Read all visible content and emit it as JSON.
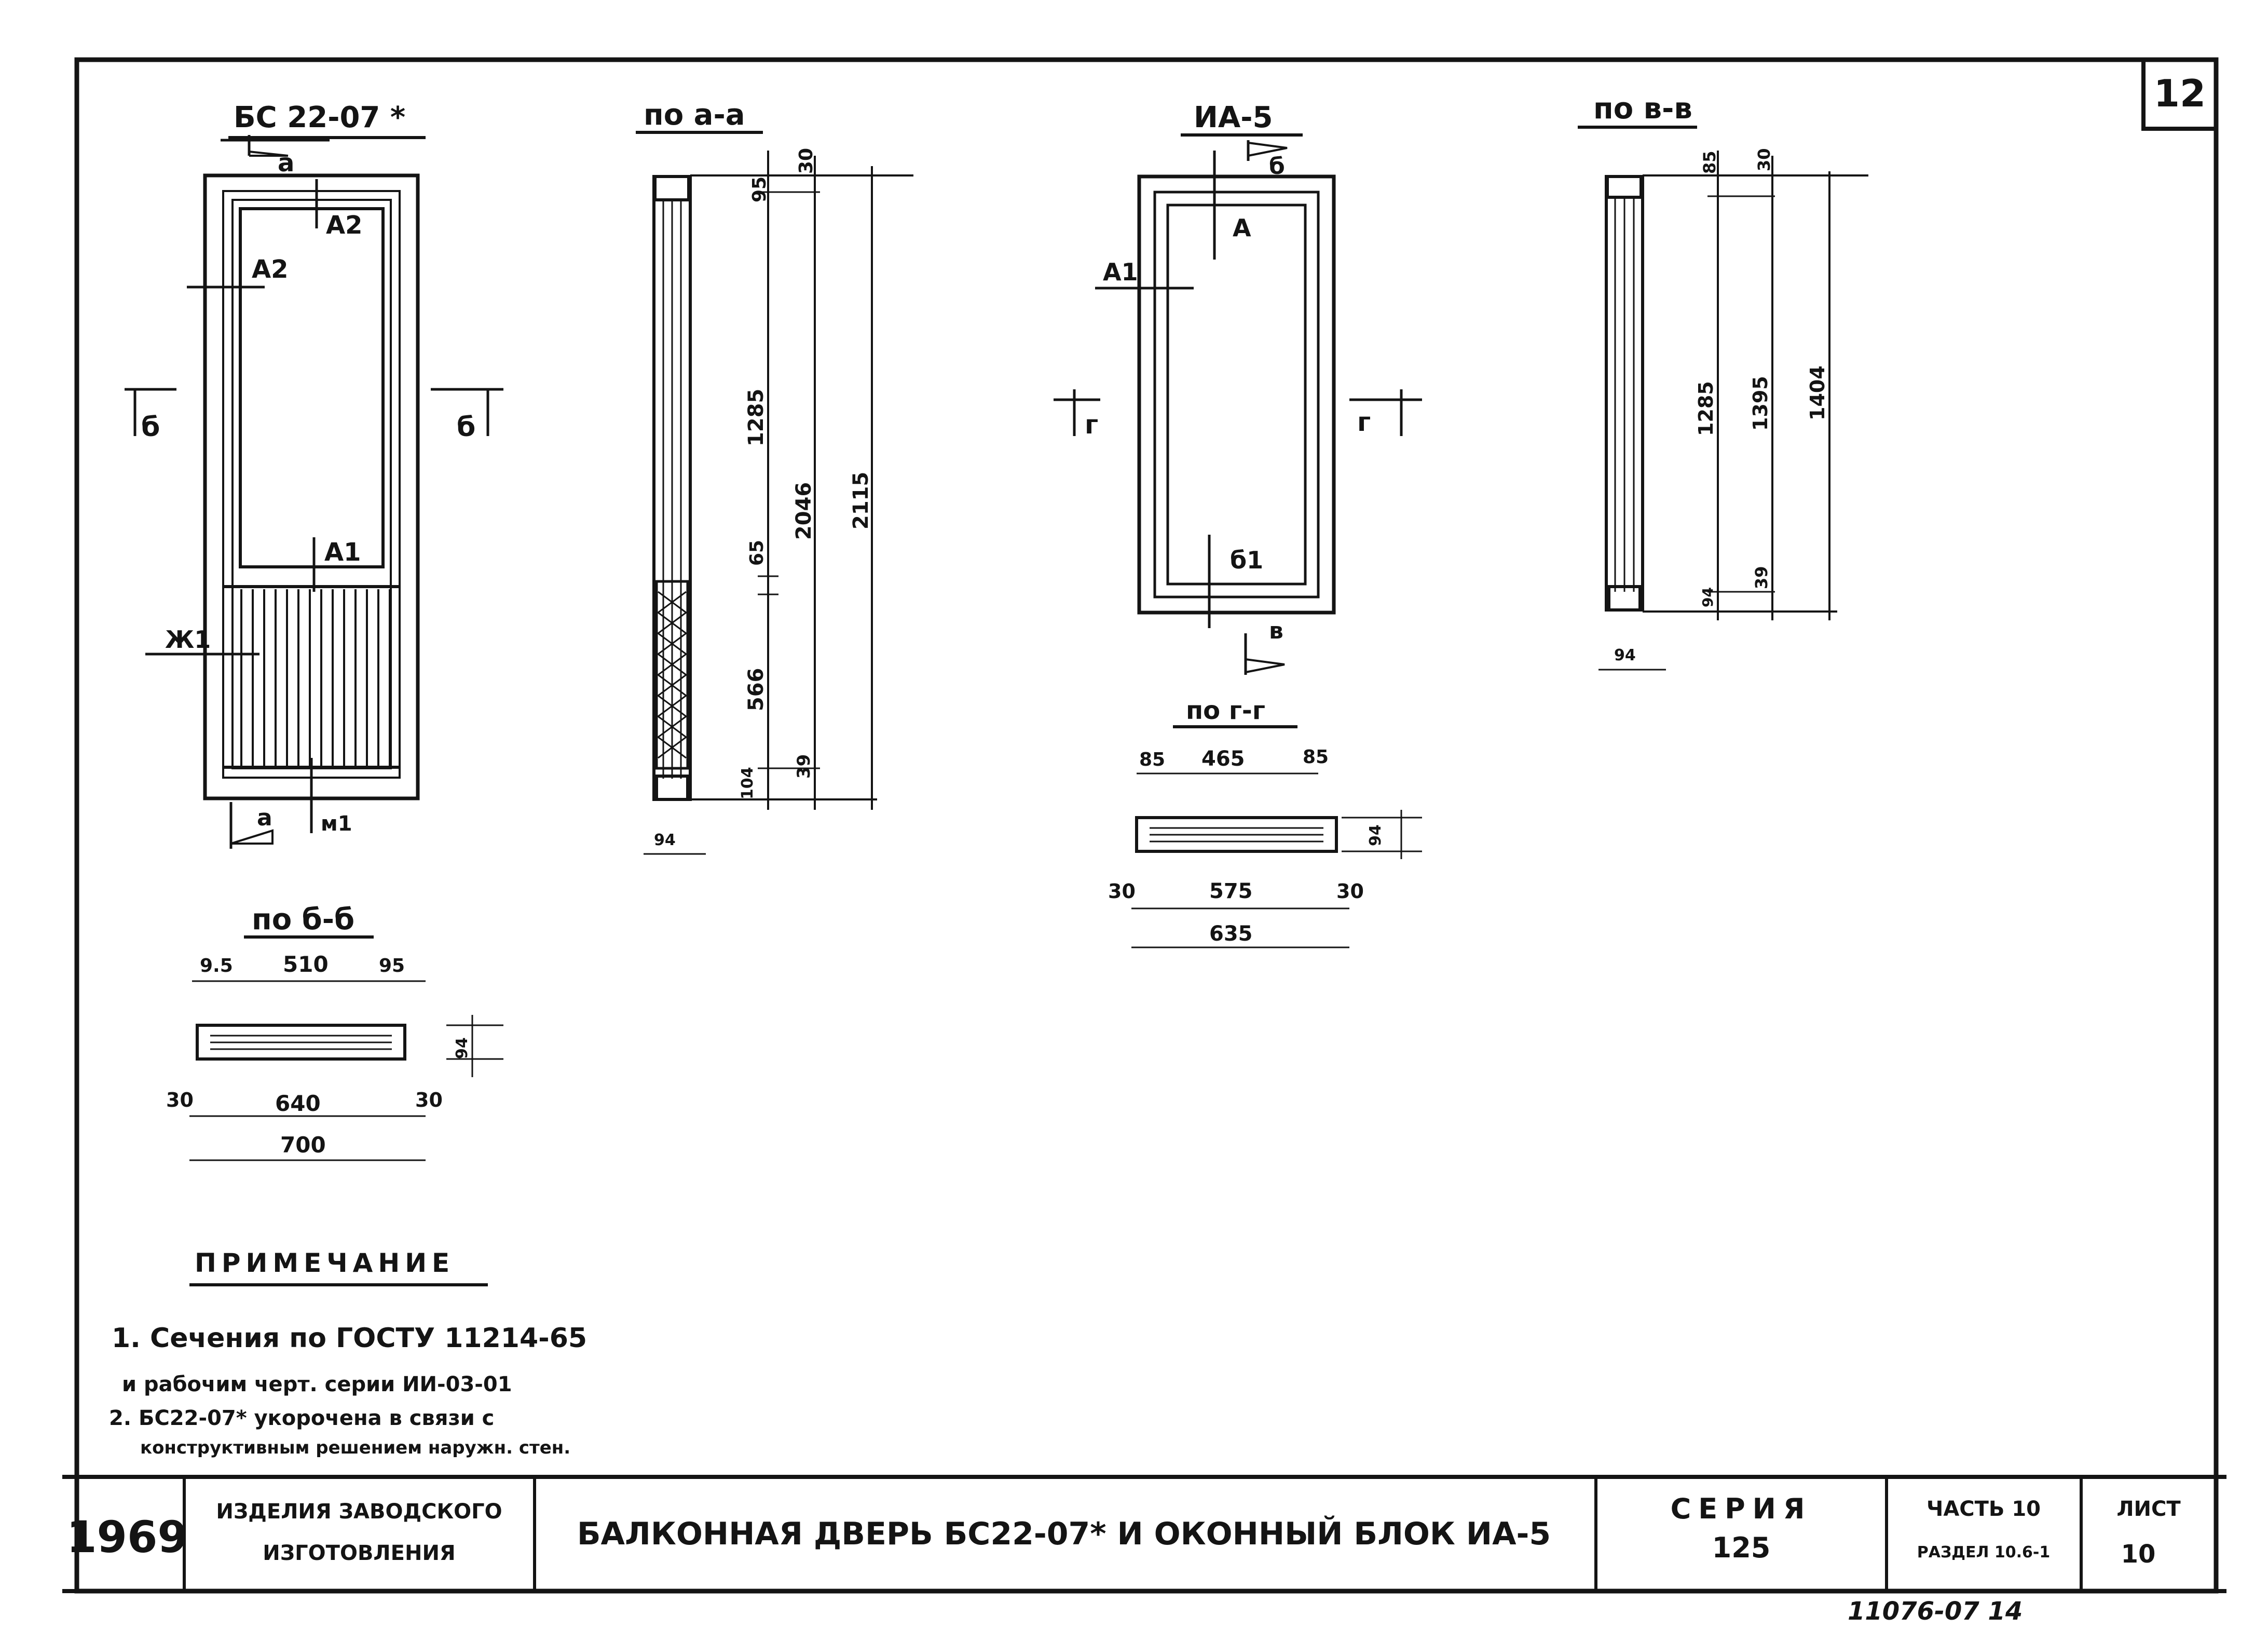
{
  "sheet_number": "12",
  "door": {
    "title": "БС 22-07 *",
    "mark_a": "а",
    "mark_b": "б",
    "mark_a2": "А2",
    "mark_a1": "А1",
    "mark_zh1": "Ж1",
    "mark_m1": "м1"
  },
  "section_aa": {
    "title": "по а-а",
    "dims": [
      "30",
      "95",
      "1285",
      "2046",
      "2115",
      "65",
      "566",
      "104",
      "39",
      "94"
    ]
  },
  "window": {
    "title": "ИА-5",
    "mark_b": "б",
    "mark_a": "А",
    "mark_a1": "А1",
    "mark_g": "г",
    "mark_b1": "б1",
    "mark_v": "в"
  },
  "section_vv": {
    "title": "по в-в",
    "dims": [
      "85",
      "30",
      "1285",
      "1395",
      "1404",
      "94",
      "39",
      "94"
    ]
  },
  "section_gg": {
    "title": "по г-г",
    "dims": [
      "85",
      "465",
      "85",
      "94",
      "30",
      "575",
      "30",
      "635"
    ]
  },
  "section_bb": {
    "title": "по б-б",
    "dims": [
      "9.5",
      "510",
      "95",
      "94",
      "30",
      "640",
      "30",
      "700"
    ]
  },
  "notes": {
    "heading": "ПРИМЕЧАНИЕ",
    "line1": "1. Сечения по ГОСТУ 11214-65",
    "line2": "и рабочим черт. серии ИИ-03-01",
    "line3": "2. БС22-07* укорочена в связи с",
    "line4": "конструктивным решением наружн. стен."
  },
  "title_block": {
    "year": "1969",
    "category_line1": "ИЗДЕЛИЯ ЗАВОДСКОГО",
    "category_line2": "ИЗГОТОВЛЕНИЯ",
    "title": "БАЛКОННАЯ ДВЕРЬ БС22-07* И ОКОННЫЙ БЛОК ИА-5",
    "series_label": "СЕРИЯ",
    "series_value": "125",
    "part": "ЧАСТЬ 10",
    "section": "РАЗДЕЛ 10.6-1",
    "sheet_label": "ЛИСТ",
    "sheet_value": "10"
  },
  "archive_number": "11076-07 14"
}
